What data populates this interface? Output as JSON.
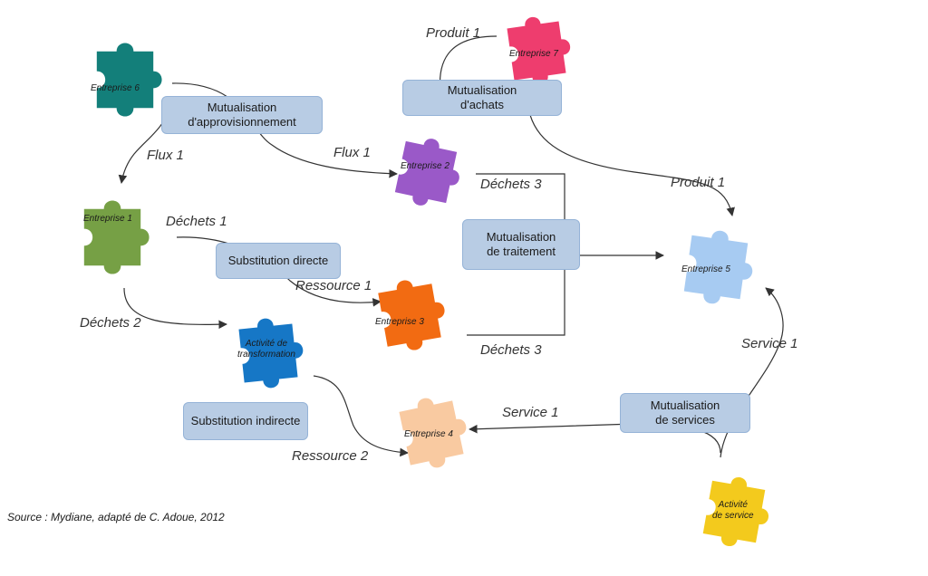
{
  "colors": {
    "teal": "#137f7a",
    "pink": "#ee3d6e",
    "purple": "#9a59c8",
    "green": "#76a045",
    "orange": "#f26b12",
    "light_blue": "#a7cbf2",
    "blue": "#1677c6",
    "peach": "#f9caa1",
    "yellow": "#f3ca1d",
    "box_fill": "#b8cce4"
  },
  "pieces": {
    "entreprise6": "Entreprise 6",
    "entreprise7": "Entreprise 7",
    "entreprise2": "Entreprise 2",
    "entreprise1": "Entreprise 1",
    "entreprise3": "Entreprise 3",
    "entreprise5": "Entreprise 5",
    "activite_transformation_1": "Activité de",
    "activite_transformation_2": "transformation",
    "entreprise4": "Entreprise 4",
    "activite_service_1": "Activité",
    "activite_service_2": "de service"
  },
  "boxes": {
    "appro_1": "Mutualisation",
    "appro_2": "d'approvisionnement",
    "achats_1": "Mutualisation",
    "achats_2": "d'achats",
    "traitement_1": "Mutualisation",
    "traitement_2": "de traitement",
    "substitution_directe": "Substitution directe",
    "substitution_indirecte": "Substitution indirecte",
    "services_1": "Mutualisation",
    "services_2": "de services"
  },
  "flows": {
    "produit1_top": "Produit 1",
    "flux1_left": "Flux 1",
    "flux1_mid": "Flux 1",
    "dechets3_top": "Déchets 3",
    "produit1_right": "Produit 1",
    "dechets1": "Déchets 1",
    "ressource1": "Ressource 1",
    "dechets2": "Déchets 2",
    "dechets3_bottom": "Déchets 3",
    "service1_right": "Service 1",
    "service1_mid": "Service 1",
    "ressource2": "Ressource 2"
  },
  "source": "Source : Mydiane, adapté de C. Adoue, 2012"
}
